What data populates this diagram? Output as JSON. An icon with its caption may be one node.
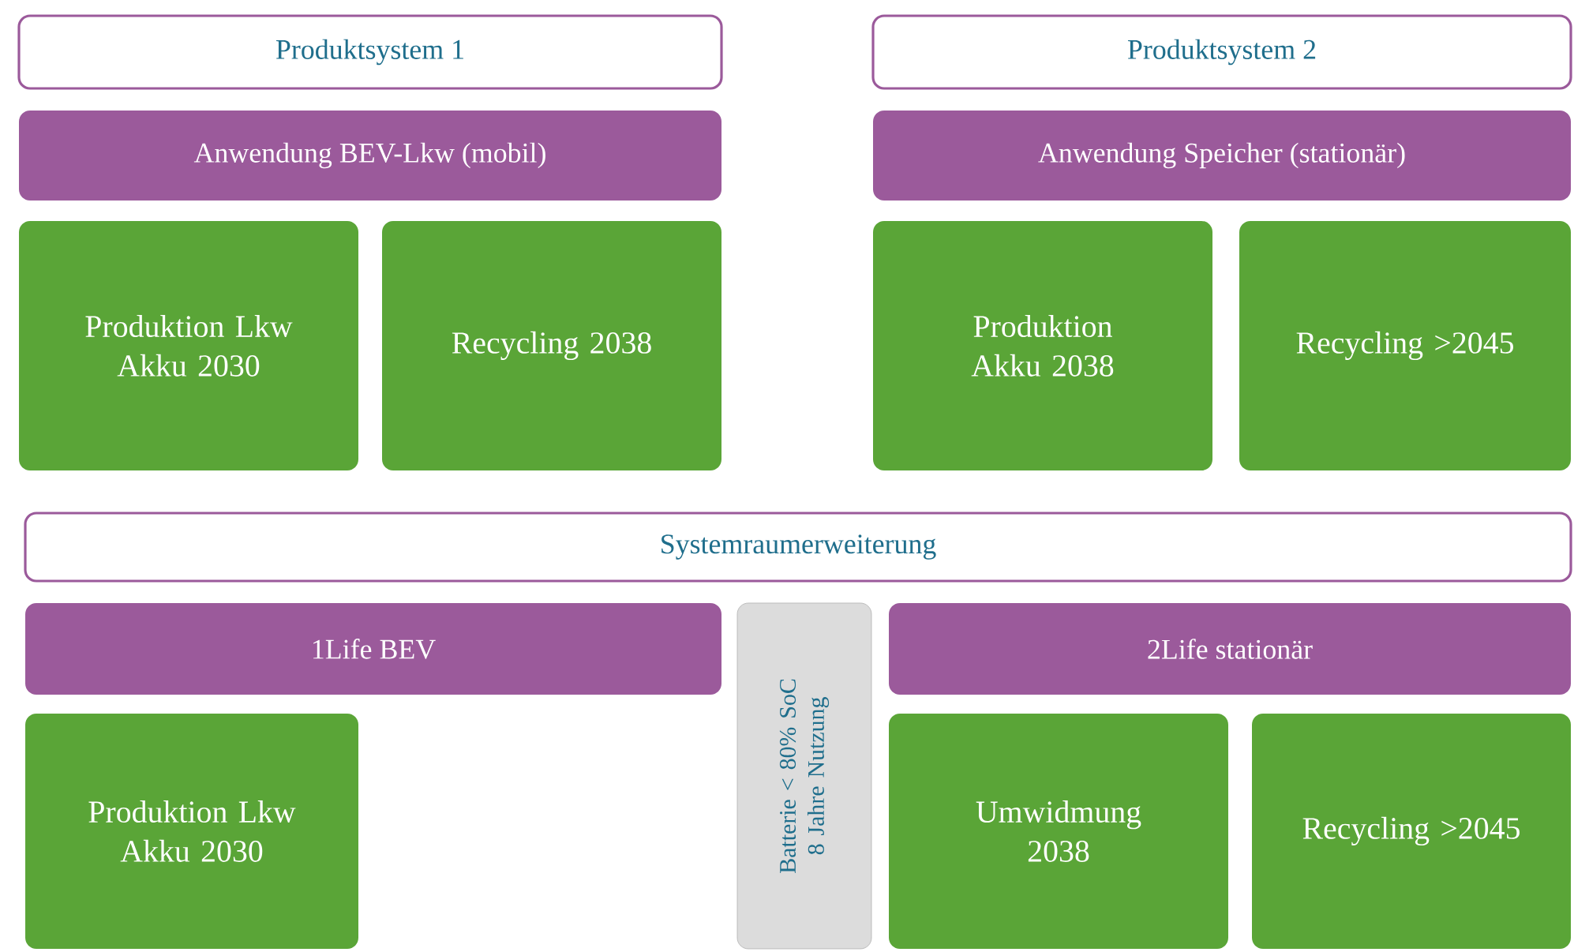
{
  "diagram": {
    "nodes": [
      {
        "text": [
          "Produktsystem 1"
        ]
      },
      {
        "text": [
          "Anwendung BEV-Lkw (mobil)"
        ]
      },
      {
        "text": [
          "Produktion Lkw Akku 2030"
        ]
      },
      {
        "text": [
          "Recycling 2038"
        ]
      },
      {
        "text": [
          "Produktsystem 2"
        ]
      },
      {
        "text": [
          "Anwendung Speicher (stationär)"
        ]
      },
      {
        "text": [
          "Produktion Akku 2038"
        ]
      },
      {
        "text": [
          "Recycling >2045"
        ]
      },
      {
        "text": [
          "Systemraumerweiterung"
        ]
      },
      {
        "text": [
          "1Life BEV"
        ]
      },
      {
        "text": [
          "Batterie < 80% SoC 8 Jahre Nutzung"
        ]
      },
      {
        "text": [
          "2Life stationär"
        ]
      },
      {
        "text": [
          "Produktion Lkw Akku 2030"
        ]
      },
      {
        "text": [
          "Umwidmung 2038"
        ]
      },
      {
        "text": [
          "Recycling >2045"
        ]
      }
    ]
  }
}
